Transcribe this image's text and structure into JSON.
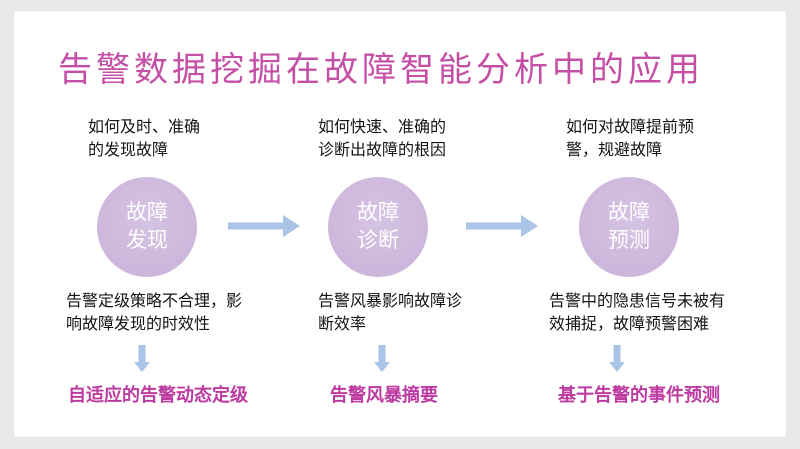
{
  "title": "告警数据挖掘在故障智能分析中的应用",
  "colors": {
    "title_magenta": "#c44fa5",
    "solution_magenta": "#bd3aa1",
    "circle_lavender": "#cfb9dd",
    "circle_text": "#ffffff",
    "arrow_blue": "#a9c4e6",
    "body_text": "#141414",
    "frame_gray": "#e9e9e9",
    "slide_white": "#ffffff"
  },
  "icons": {
    "right_arrow": "right-arrow-icon",
    "down_arrow": "down-arrow-icon"
  },
  "columns": [
    {
      "question": "如何及时、准确\n的发现故障",
      "circle_label": "故障\n发现",
      "problem": "告警定级策略不合理，影\n响故障发现的时效性",
      "solution": "自适应的告警动态定级"
    },
    {
      "question": "如何快速、准确的\n诊断出故障的根因",
      "circle_label": "故障\n诊断",
      "problem": "告警风暴影响故障诊\n断效率",
      "solution": "告警风暴摘要"
    },
    {
      "question": "如何对故障提前预\n警，规避故障",
      "circle_label": "故障\n预测",
      "problem": "告警中的隐患信号未被有\n效捕捉，故障预警困难",
      "solution": "基于告警的事件预测"
    }
  ]
}
